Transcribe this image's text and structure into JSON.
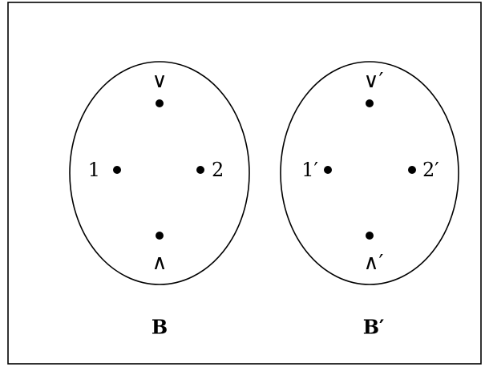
{
  "sets": [
    {
      "name": "B",
      "points": {
        "join": "∨",
        "meet": "∧",
        "left": "1",
        "right": "2"
      }
    },
    {
      "name": "B′",
      "points": {
        "join": "∨′",
        "meet": "∧′",
        "left": "1′",
        "right": "2′"
      }
    }
  ]
}
